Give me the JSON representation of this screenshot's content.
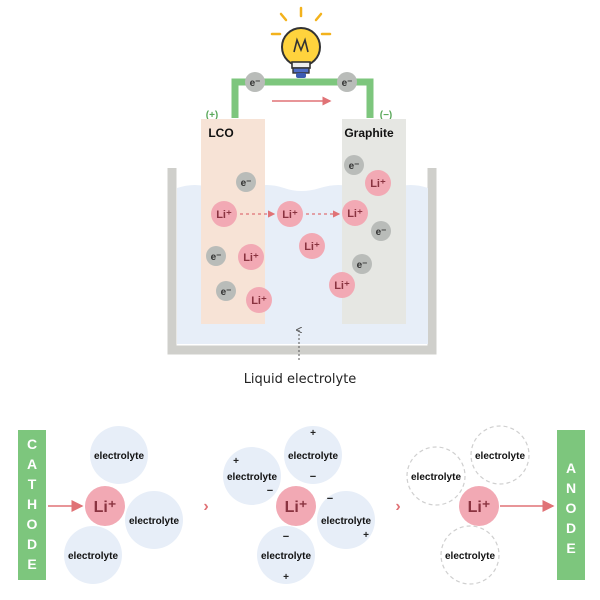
{
  "top": {
    "cathode_label": "LCO",
    "anode_label": "Graphite",
    "cathode_sign": "(+)",
    "anode_sign": "(−)",
    "electron": "e⁻",
    "lithium": "Li⁺",
    "caption": "Liquid electrolyte"
  },
  "bottom": {
    "cathode_letters": [
      "C",
      "A",
      "T",
      "H",
      "O",
      "D",
      "E"
    ],
    "anode_letters": [
      "A",
      "N",
      "O",
      "D",
      "E"
    ],
    "lithium": "Li⁺",
    "electrolyte": "electrolyte",
    "plus": "+",
    "minus": "−",
    "chevron": "›"
  },
  "colors": {
    "green": "#7dc67d",
    "electrolyte_fill": "#e7eef8",
    "li_fill": "#f2a9b4",
    "li_text": "#8a3340",
    "cathode_fill": "#f7e3d6",
    "anode_fill": "#e6e7e3",
    "electron_fill": "#b9bcb9",
    "arrow_red": "#e07276"
  }
}
